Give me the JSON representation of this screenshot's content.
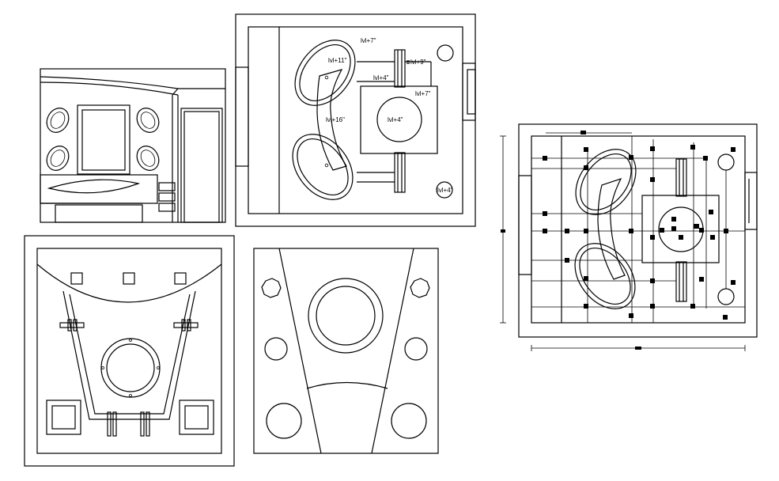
{
  "drawing": {
    "background": "#ffffff",
    "line_color": "#000000",
    "panels": [
      {
        "id": "elevation",
        "description_name": "wall-elevation"
      },
      {
        "id": "ceiling_plan_dimensioned",
        "description_name": "false-ceiling-plan"
      },
      {
        "id": "ceiling_plan_electrical",
        "description_name": "electrical-ceiling-plan"
      },
      {
        "id": "ceiling_section_a",
        "description_name": "ceiling-detail-left"
      },
      {
        "id": "ceiling_section_b",
        "description_name": "ceiling-detail-right"
      }
    ],
    "labels": {
      "l1": "lvl+7\"",
      "l2": "lvl+11\"",
      "l3": "lvl+9\"",
      "l4": "lvl+4\"",
      "l5": "lvl+7\"",
      "l6": "lvl+16\"",
      "l7": "lvl+4\"",
      "l8": "lvl+4\""
    }
  }
}
